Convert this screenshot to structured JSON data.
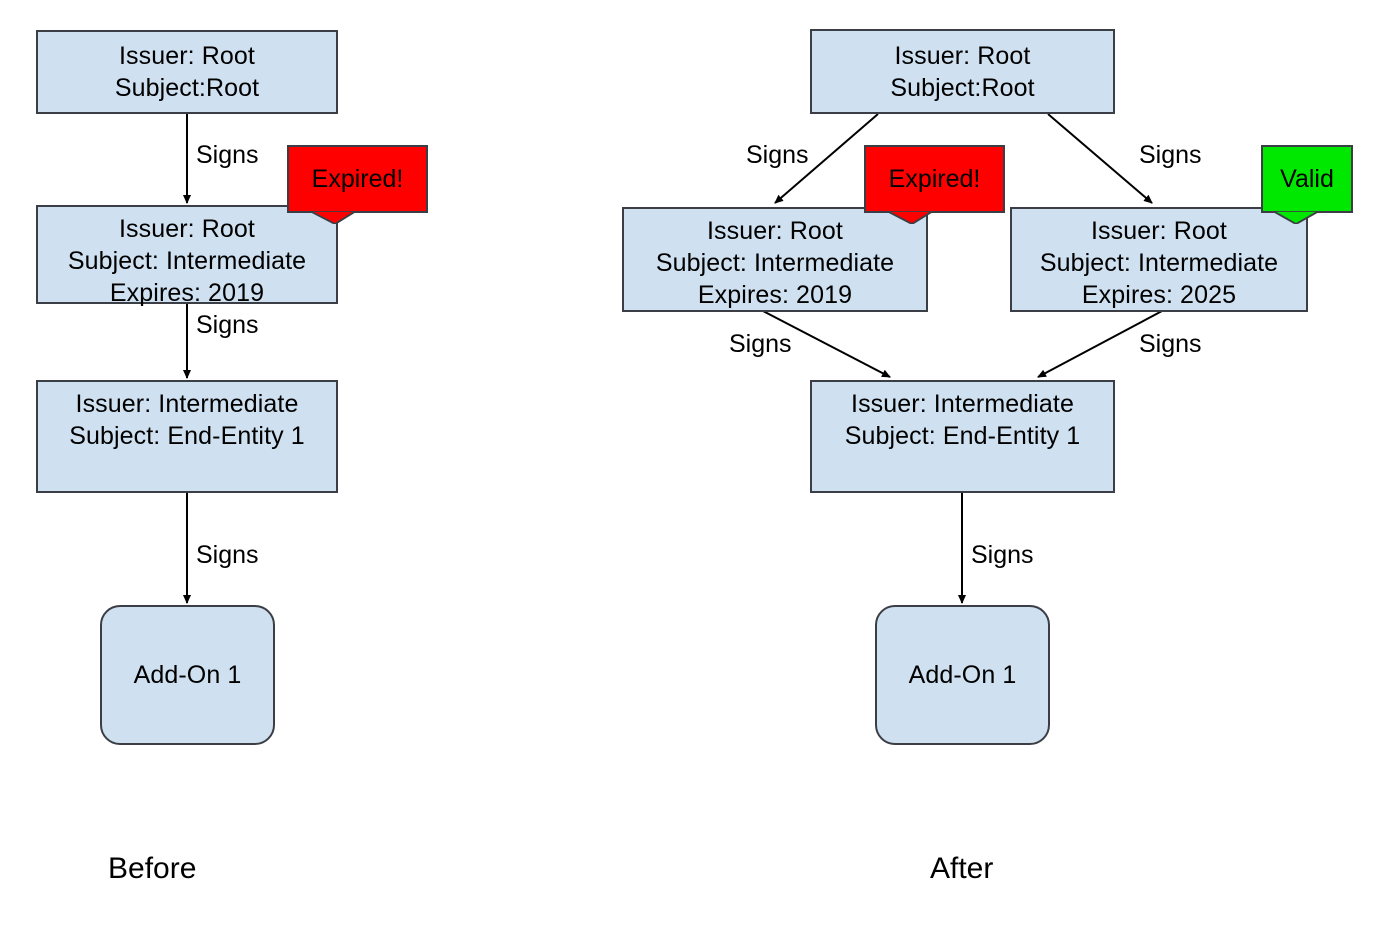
{
  "diagram": {
    "title": "Certificate chain before and after intermediate renewal",
    "colors": {
      "node_fill": "#cfe0f0",
      "node_stroke": "#3b3f45",
      "expired_badge": "#ff0000",
      "valid_badge": "#00e700",
      "edge_stroke": "#000000",
      "text": "#000000",
      "background": "#ffffff"
    },
    "captions": {
      "before": "Before",
      "after": "After"
    },
    "edge_label": "Signs",
    "badges": {
      "expired": "Expired!",
      "valid": "Valid"
    },
    "panels": [
      {
        "id": "before",
        "caption": "Before",
        "nodes": [
          {
            "id": "before-root",
            "shape": "rect",
            "lines": [
              "Issuer: Root",
              "Subject:Root"
            ]
          },
          {
            "id": "before-intermediate",
            "shape": "rect",
            "lines": [
              "Issuer: Root",
              "Subject: Intermediate",
              "Expires: 2019"
            ],
            "badge": "Expired!"
          },
          {
            "id": "before-end-entity",
            "shape": "rect",
            "lines": [
              "Issuer: Intermediate",
              "Subject: End-Entity 1"
            ]
          },
          {
            "id": "before-add-on",
            "shape": "rounded-rect",
            "lines": [
              "Add-On 1"
            ]
          }
        ],
        "edges": [
          {
            "from": "before-root",
            "to": "before-intermediate",
            "label": "Signs"
          },
          {
            "from": "before-intermediate",
            "to": "before-end-entity",
            "label": "Signs"
          },
          {
            "from": "before-end-entity",
            "to": "before-add-on",
            "label": "Signs"
          }
        ]
      },
      {
        "id": "after",
        "caption": "After",
        "nodes": [
          {
            "id": "after-root",
            "shape": "rect",
            "lines": [
              "Issuer: Root",
              "Subject:Root"
            ]
          },
          {
            "id": "after-intermediate-old",
            "shape": "rect",
            "lines": [
              "Issuer: Root",
              "Subject: Intermediate",
              "Expires: 2019"
            ],
            "badge": "Expired!"
          },
          {
            "id": "after-intermediate-new",
            "shape": "rect",
            "lines": [
              "Issuer: Root",
              "Subject: Intermediate",
              "Expires: 2025"
            ],
            "badge": "Valid"
          },
          {
            "id": "after-end-entity",
            "shape": "rect",
            "lines": [
              "Issuer: Intermediate",
              "Subject: End-Entity 1"
            ]
          },
          {
            "id": "after-add-on",
            "shape": "rounded-rect",
            "lines": [
              "Add-On 1"
            ]
          }
        ],
        "edges": [
          {
            "from": "after-root",
            "to": "after-intermediate-old",
            "label": "Signs"
          },
          {
            "from": "after-root",
            "to": "after-intermediate-new",
            "label": "Signs"
          },
          {
            "from": "after-intermediate-old",
            "to": "after-end-entity",
            "label": "Signs"
          },
          {
            "from": "after-intermediate-new",
            "to": "after-end-entity",
            "label": "Signs"
          },
          {
            "from": "after-end-entity",
            "to": "after-add-on",
            "label": "Signs"
          }
        ]
      }
    ]
  }
}
